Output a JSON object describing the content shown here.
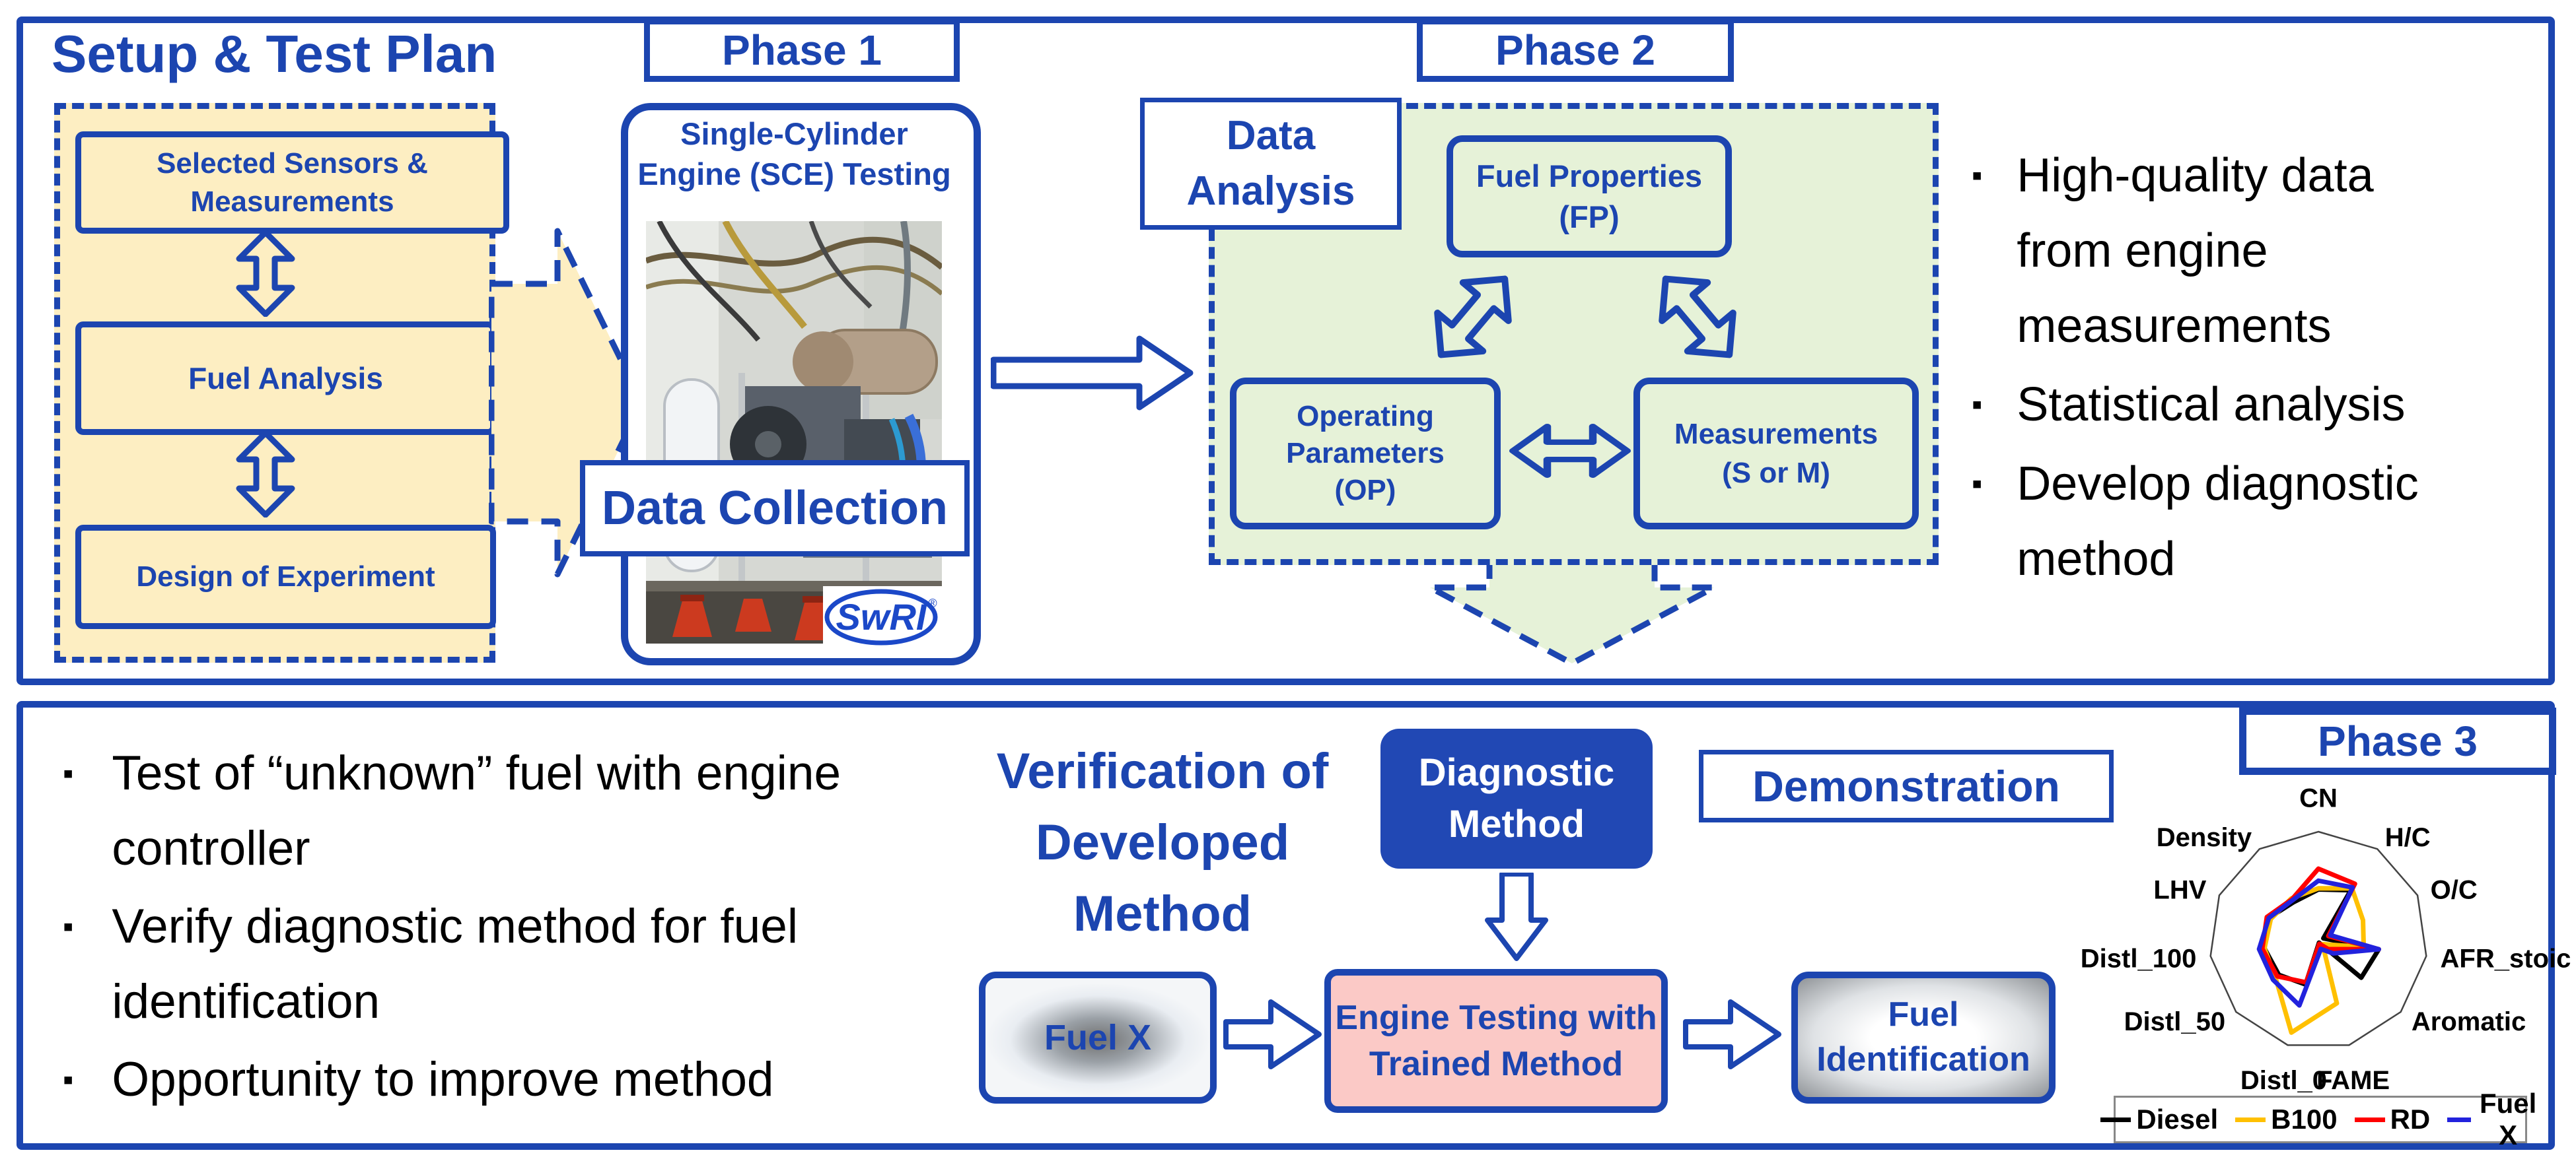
{
  "colors": {
    "diagram_blue": "#1c45b0",
    "diagnostic_fill": "#2148b4",
    "yellow_fill": "#fdeec2",
    "green_fill": "#e6f2d8",
    "pink_fill": "#fbc9c6",
    "bullet_text": "#000000"
  },
  "top": {
    "setup_title": "Setup & Test Plan",
    "plan_boxes": [
      "Selected Sensors & Measurements",
      "Fuel Analysis",
      "Design of Experiment"
    ],
    "phase1_label": "Phase 1",
    "sce_title": [
      "Single-Cylinder",
      "Engine  (SCE) Testing"
    ],
    "data_collection": "Data Collection",
    "swri_logo": {
      "text": "SwRI",
      "reg": "®"
    },
    "data_analysis": [
      "Data",
      "Analysis"
    ],
    "phase2_label": "Phase 2",
    "fp_box": [
      "Fuel Properties",
      "(FP)"
    ],
    "op_box": [
      "Operating",
      "Parameters",
      "(OP)"
    ],
    "m_box": [
      "Measurements",
      "(S or M)"
    ],
    "bullets": [
      "High-quality data from engine measurements",
      "Statistical analysis",
      "Develop diagnostic method"
    ]
  },
  "bottom": {
    "bullets": [
      "Test of “unknown” fuel with engine controller",
      "Verify diagnostic method for fuel identification",
      "Opportunity to improve method"
    ],
    "verification_label": [
      "Verification of",
      "Developed",
      "Method"
    ],
    "diagnostic_method": [
      "Diagnostic",
      "Method"
    ],
    "demonstration_label": "Demonstration",
    "phase3_label": "Phase 3",
    "fuel_x": "Fuel X",
    "engine_testing": [
      "Engine Testing with",
      "Trained Method"
    ],
    "fuel_identification": [
      "Fuel",
      "Identification"
    ]
  },
  "chart_data": {
    "type": "radar",
    "title": "",
    "axes": [
      "CN",
      "H/C",
      "O/C",
      "AFR_stoic",
      "Aromatic",
      "FAME",
      "Distl_0",
      "Distl_50",
      "Distl_100",
      "LHV",
      "Density"
    ],
    "scale_note": "No numeric ticks shown; values are fractions of full radius estimated from the figure (0 = center, 1 = outer boundary)",
    "grid": "single thin outer 11-gon boundary, no radial gridlines or spokes",
    "legend_position": "bottom",
    "series": [
      {
        "name": "Diesel",
        "color": "#000000",
        "values": [
          0.47,
          0.55,
          0.05,
          0.56,
          0.52,
          0.02,
          0.42,
          0.48,
          0.5,
          0.5,
          0.42
        ]
      },
      {
        "name": "B100",
        "color": "#ffc000",
        "values": [
          0.48,
          0.57,
          0.45,
          0.42,
          0.05,
          0.6,
          0.88,
          0.52,
          0.5,
          0.48,
          0.46
        ]
      },
      {
        "name": "RD",
        "color": "#ff0000",
        "values": [
          0.66,
          0.62,
          0.1,
          0.56,
          0.12,
          0.03,
          0.4,
          0.5,
          0.52,
          0.52,
          0.45
        ]
      },
      {
        "name": "Fuel X",
        "color": "#2222dd",
        "values": [
          0.55,
          0.58,
          0.12,
          0.56,
          0.18,
          0.08,
          0.62,
          0.55,
          0.55,
          0.5,
          0.44
        ]
      }
    ]
  }
}
